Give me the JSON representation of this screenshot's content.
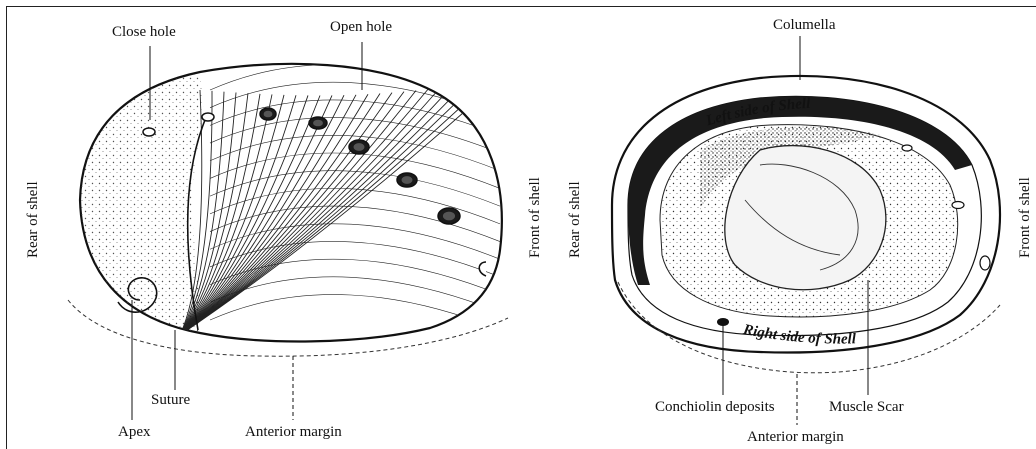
{
  "left_view": {
    "labels": {
      "close_hole": "Close hole",
      "open_hole": "Open hole",
      "rear": "Rear of shell",
      "front": "Front of shell",
      "suture": "Suture",
      "apex": "Apex",
      "anterior_margin": "Anterior margin"
    }
  },
  "right_view": {
    "labels": {
      "columella": "Columella",
      "rear": "Rear of shell",
      "front": "Front of shell",
      "left_side": "Left side of Shell",
      "right_side": "Right side of Shell",
      "conchiolin": "Conchiolin deposits",
      "muscle_scar": "Muscle Scar",
      "anterior_margin": "Anterior margin"
    }
  },
  "colors": {
    "ink": "#111111",
    "shell_fill": "#ffffff",
    "dark_fill": "#1a1a1a"
  }
}
